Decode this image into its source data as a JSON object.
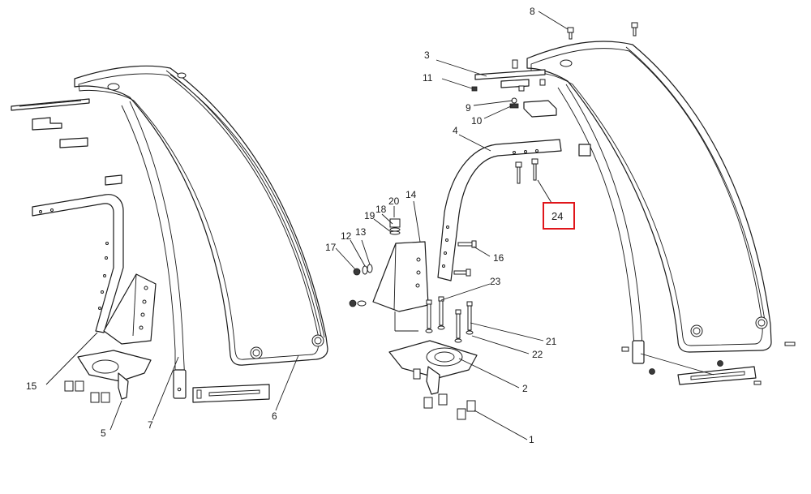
{
  "callouts": {
    "c1": "1",
    "c2": "2",
    "c3": "3",
    "c4": "4",
    "c5": "5",
    "c6": "6",
    "c7": "7",
    "c8": "8",
    "c9": "9",
    "c10": "10",
    "c11": "11",
    "c12": "12",
    "c13": "13",
    "c14": "14",
    "c15": "15",
    "c16": "16",
    "c17": "17",
    "c18": "18",
    "c19": "19",
    "c20": "20",
    "c21": "21",
    "c22": "22",
    "c23": "23"
  },
  "highlight": {
    "label": "24",
    "color": "#e0161b"
  }
}
